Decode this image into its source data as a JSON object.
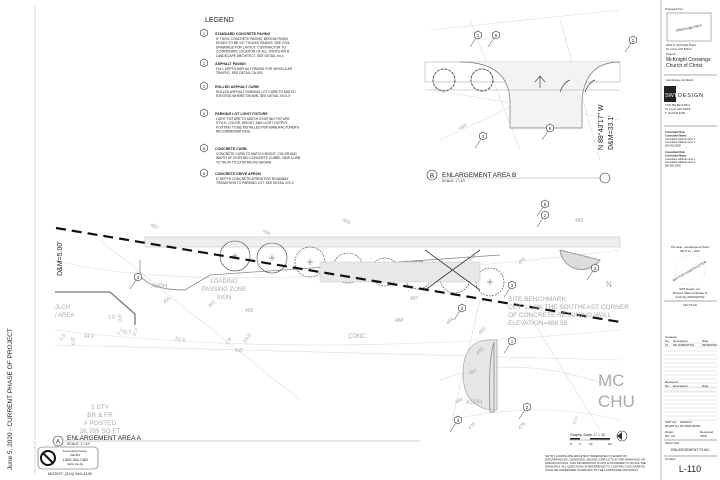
{
  "side_stamp": "June 5, 2020  -  CURRENT PHASE OF PROJECT",
  "legend": {
    "title": "LEGEND",
    "items": [
      {
        "num": "1",
        "title": "STANDARD CONCRETE PAVING",
        "lines": [
          "5\" THICK CONCRETE PAVING, BROOM FINISH",
          "EDGES TO BE 1/2\" TOOLED RADIUS. SEE CIVIL",
          "DRAWINGS FOR LAYOUT. CONTRACTOR TO",
          "COORDINATE LOCATION OF ALL JOINTS WITH",
          "LANDSCAPE ARCHITECT. SEE DETAIL x/x-x"
        ]
      },
      {
        "num": "2",
        "title": "ASPHALT PAVING",
        "lines": [
          "FULL DEPTH ASPHALT PAVING FOR VEHICULAR",
          "TRAFFIC. SEE DETAIL CA-000"
        ]
      },
      {
        "num": "3",
        "title": "ROLLED ASPHALT CURB",
        "lines": [
          "ROLLED ASPHALT PARKING LOT CURB TO MATCH",
          "EXISTING WHERE SHOWN. SEE DETAIL XX/X-X"
        ]
      },
      {
        "num": "4",
        "title": "PARKING LOT LIGHT FIXTURE",
        "lines": [
          "LIGHT FIXTURE TO MATCH EXISTING FIXTURE",
          "STYLE, COLOR, HEIGHT, AND LIGHT OUTPUT.",
          "FOOTING TO BE INSTALLED PER MANUFACTURER'S",
          "RECOMMENDATIONS."
        ]
      },
      {
        "num": "5",
        "title": "CONCRETE CURB",
        "lines": [
          "CONCRETE CURB TO MATCH HEIGHT, COLOR AND",
          "WIDTH OF EXISTING CONCRETE CURBS. NEW CURB",
          "TO TIE-IN TO EXISTING AS SHOWN."
        ]
      },
      {
        "num": "6",
        "title": "CONCRETE DRIVE APRON",
        "lines": [
          "6\" DEPTH CONCRETE APRON FOR ROADWAY",
          "TRANSITION TO PARKING LOT. SEE DETAIL X/X-X"
        ]
      }
    ]
  },
  "plan": {
    "area_b_title": "ENLARGEMENT AREA B",
    "area_b_letter": "B",
    "area_b_scale": "SCALE: 1\"=10'",
    "area_a_title": "ENLARGEMENT AREA A",
    "area_a_letter": "A",
    "area_a_scale": "SCALE: 1\"=10'",
    "bearing": "N 89°43'17\" W",
    "dm_b": "D&M=33.1'",
    "dm_a": "D&M=5.00'",
    "asph": "ASPH",
    "asph2": "ASPH",
    "loading_sign": [
      "LOADING",
      "PASSING ZONE",
      "SIGN"
    ],
    "mulch": [
      "JLCH",
      "/ AREA"
    ],
    "conc": "CONC",
    "building": [
      "1 STY",
      "BR & FR",
      "# POSTED",
      "26,789 SQ FT"
    ],
    "church": [
      "MC",
      "CHU"
    ],
    "benchmark": [
      "SITE BENCHMARK:",
      "CUT \"L\" ON THE SOUTHEAST CORNER",
      "OF CONCRETE RETAINING WALL",
      "ELEVATION=488.58'"
    ],
    "north_letter": "N",
    "contours": [
      "497",
      "496",
      "495",
      "491",
      "491'",
      "490",
      "489",
      "488",
      "487",
      "486",
      "485",
      "484",
      "483",
      "482",
      "481",
      "480",
      "479",
      "478",
      "477",
      "469"
    ],
    "dims": [
      "1.0'",
      "0.8'",
      "7.1'",
      "6.7'",
      "0.7'",
      "2.5'",
      "0.8'",
      "24.9'",
      "51.5'",
      "0.8'",
      "0.8'",
      "10.6'"
    ],
    "graphic_scale_label": "Graphic Scale: 1\" = 10'",
    "graphic_scale_ticks": [
      "0'",
      "5'",
      "10'",
      "20'"
    ],
    "notes": [
      "NOTIFY LANDSCAPE ARCHITECT IMMEDIATELY IN EVENT OF",
      "DISCREPANCIES, OMISSIONS, AND/OR CONFLICTS IN THE DRAWINGS OR",
      "SPECIFICATIONS. THIS INFORMATION IS NOT AUTHORIZED TO SCALE THE",
      "DRAWINGS. ALL QUESTIONS IN REFERENCE TO CONTRACT DOCUMENTS",
      "SHALL BE ADDRESSED IN WRITING TO THE LANDSCAPE ARCHITECT."
    ],
    "callouts": [
      "1",
      "5",
      "1",
      "3",
      "6",
      "5",
      "1",
      "2",
      "3",
      "2",
      "1",
      "2",
      "4",
      "3"
    ]
  },
  "call811": {
    "lines": [
      "Know what's below.",
      "Call 811",
      "1-800-344-7483",
      "before you dig"
    ],
    "modot": "MODOT: (314) 340-4100"
  },
  "title_block": {
    "prepared_for_label": "Prepared For:",
    "client_logo": "Client Logo Here",
    "client_address": [
      "2510 E. McKnight Road",
      "St. Louis, MO 63124"
    ],
    "project_label": "Project:",
    "project_name": [
      "McKnight Crossings",
      "Church of Christ"
    ],
    "la_label": "Landscape Architect:",
    "firm_logo": [
      "SWT",
      "DESIGN"
    ],
    "firm_address": [
      "7722 Big Bend Blvd.",
      "St. Louis, MO 63119",
      "T: 314.644.5700"
    ],
    "consultants": [
      [
        "Consultant Role",
        "Consultant Name",
        "Consultant Address Line 1",
        "Consultant Address Line 2",
        "000.000.0000"
      ],
      [
        "Consultant Role",
        "Consultant Name",
        "Consultant Address Line 1",
        "Consultant Address Line 2",
        "000.000.0000"
      ]
    ],
    "seal_text": [
      "The Seal - Landscape Architect",
      "MO # LA - 1022"
    ],
    "seal_stamp": "NOT FOR CONSTRUCTION",
    "seal_firm": [
      "SWT Design, Inc.",
      "Missouri State Certificate of",
      "Authority #2016025792"
    ],
    "key_plan": "KEY PLAN",
    "issuance_label": "Issuance",
    "issuance_headers": [
      "No.",
      "Description",
      "Date"
    ],
    "issuance_rows": [
      [
        "01",
        "DD SUBMITTAL",
        "06/05/2020"
      ]
    ],
    "revisions_label": "Revisions",
    "revisions_headers": [
      "No.",
      "Description",
      "Date"
    ],
    "swt_no_label": "SWT No.",
    "swt_no": "2002104",
    "bfwm_label": "BFWM No.",
    "bfwm": "00-0000-00000",
    "drawn_label": "Drawn",
    "drawn": "RC, CS",
    "reviewed_label": "Reviewed",
    "reviewed": "KDW",
    "sheet_title_label": "Sheet Title",
    "sheet_title": "ENLARGEMENT PLAN",
    "number_label": "Number",
    "number": "L-110"
  }
}
